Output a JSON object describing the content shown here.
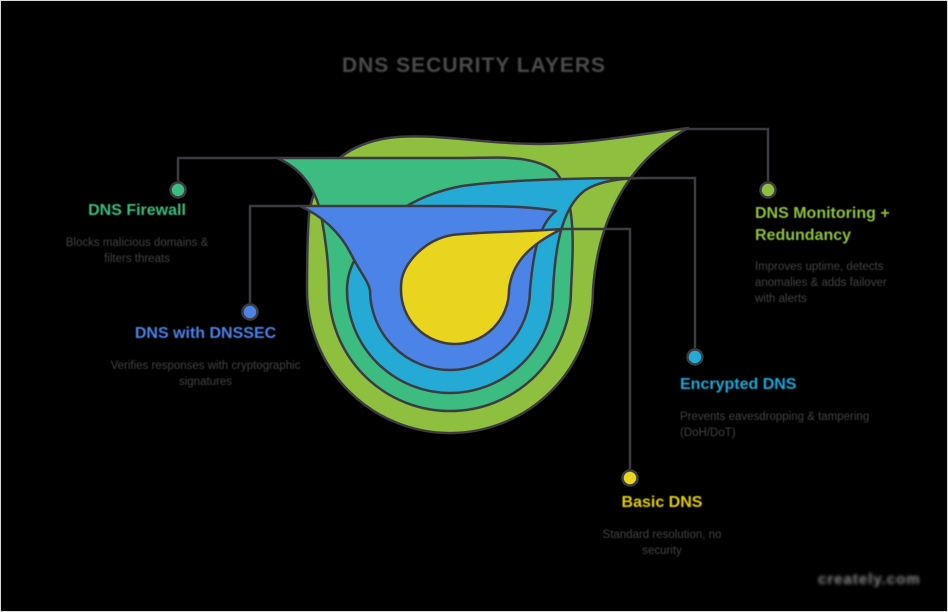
{
  "background": "#000000",
  "frame_color": "#ffffff",
  "stroke_color": "#3c3c40",
  "title": {
    "text": "DNS SECURITY LAYERS",
    "color": "#4a4a4a"
  },
  "watermark": {
    "text": "creately.com",
    "color": "#9a9a9a"
  },
  "diagram": {
    "type": "onion-layers",
    "order_outer_to_inner": [
      "monitoring",
      "firewall",
      "encrypted",
      "dnssec",
      "basic"
    ]
  },
  "layers": [
    {
      "id": "monitoring",
      "ring": 1,
      "label": "DNS Monitoring + Redundancy",
      "description": "Improves uptime, detects anomalies & adds failover with alerts",
      "color": "#8fbf3e",
      "label_color": "#8fbf3e",
      "dot_icon": "olive-dot"
    },
    {
      "id": "firewall",
      "ring": 2,
      "label": "DNS Firewall",
      "description": "Blocks malicious domains & filters threats",
      "color": "#3cbc80",
      "label_color": "#3cbc80",
      "dot_icon": "green-dot"
    },
    {
      "id": "encrypted",
      "ring": 3,
      "label": "Encrypted DNS",
      "description": "Prevents eavesdropping & tampering (DoH/DoT)",
      "color": "#25a9d5",
      "label_color": "#1ba7d8",
      "dot_icon": "cyan-dot"
    },
    {
      "id": "dnssec",
      "ring": 4,
      "label": "DNS with DNSSEC",
      "description": "Verifies responses with cryptographic signatures",
      "color": "#4b84e6",
      "label_color": "#4a82e8",
      "dot_icon": "blue-dot"
    },
    {
      "id": "basic",
      "ring": 5,
      "label": "Basic DNS",
      "description": "Standard resolution, no security",
      "color": "#e9d41e",
      "label_color": "#e3cd00",
      "dot_icon": "yellow-dot"
    }
  ]
}
